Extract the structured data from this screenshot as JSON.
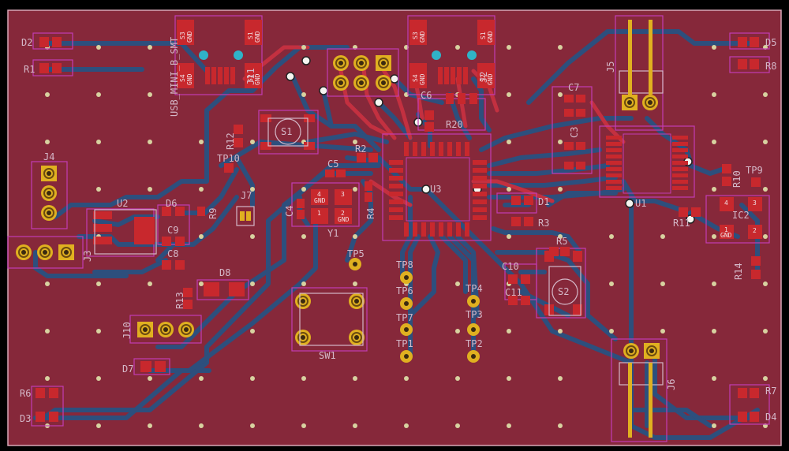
{
  "colors": {
    "background": "#000000",
    "board": "#86283a",
    "trace": "#2d4f7d",
    "pad": "#c8282d",
    "silk": "#d4b8c8",
    "courtyard": "#c33cb4",
    "via": "#d8d2a0",
    "gold": "#e0b020",
    "tealPad": "#2fb3c8"
  },
  "labels": {
    "D2": "D2",
    "R1": "R1",
    "D5": "D5",
    "R8": "R8",
    "S3a": "S3",
    "GNDa": "GND",
    "S1a": "S1",
    "GNDb": "GND",
    "S4a": "S4",
    "GNDc": "GND",
    "S2a": "S2",
    "GNDd": "GND",
    "S3b": "S3",
    "GNDe": "GND",
    "S1b": "S1",
    "GNDf": "GND",
    "S4b": "S4",
    "GNDg": "GND",
    "S2b": "S2",
    "GNDh": "GND",
    "usbLabel": "USB_MINI_B_SMT",
    "J11": "J11",
    "J2": "J2",
    "J5": "J5",
    "J4": "J4",
    "J3": "J3",
    "J7": "J7",
    "J10": "J10",
    "J6": "J6",
    "C6": "C6",
    "R20": "R20",
    "C7": "C7",
    "C3": "C3",
    "S1sw": "S1",
    "S2sw": "S2",
    "R12": "R12",
    "TP10": "TP10",
    "R2": "R2",
    "C5": "C5",
    "C4": "C4",
    "R4": "R4",
    "Y1": "Y1",
    "U3": "U3",
    "U2": "U2",
    "D6": "D6",
    "R9": "R9",
    "C9": "C9",
    "C8": "C8",
    "D8": "D8",
    "R13": "R13",
    "D7": "D7",
    "R6": "R6",
    "D3": "D3",
    "R7": "R7",
    "D4": "D4",
    "D1": "D1",
    "R3": "R3",
    "R5": "R5",
    "C10": "C10",
    "C11": "C11",
    "U1": "U1",
    "R11": "R11",
    "R10": "R10",
    "TP9": "TP9",
    "IC2": "IC2",
    "R14": "R14",
    "TP5": "TP5",
    "TP8": "TP8",
    "TP6": "TP6",
    "TP7": "TP7",
    "TP1": "TP1",
    "TP4": "TP4",
    "TP3": "TP3",
    "TP2": "TP2",
    "SW1": "SW1",
    "y1p1": "1",
    "y1p2": "2",
    "y1p3": "3",
    "y1p4": "4",
    "y1g1": "GND",
    "y1g2": "GND",
    "ic2p1": "1",
    "ic2p2": "2",
    "ic2p3": "3",
    "ic2p4": "4",
    "ic2g1": "GND"
  }
}
